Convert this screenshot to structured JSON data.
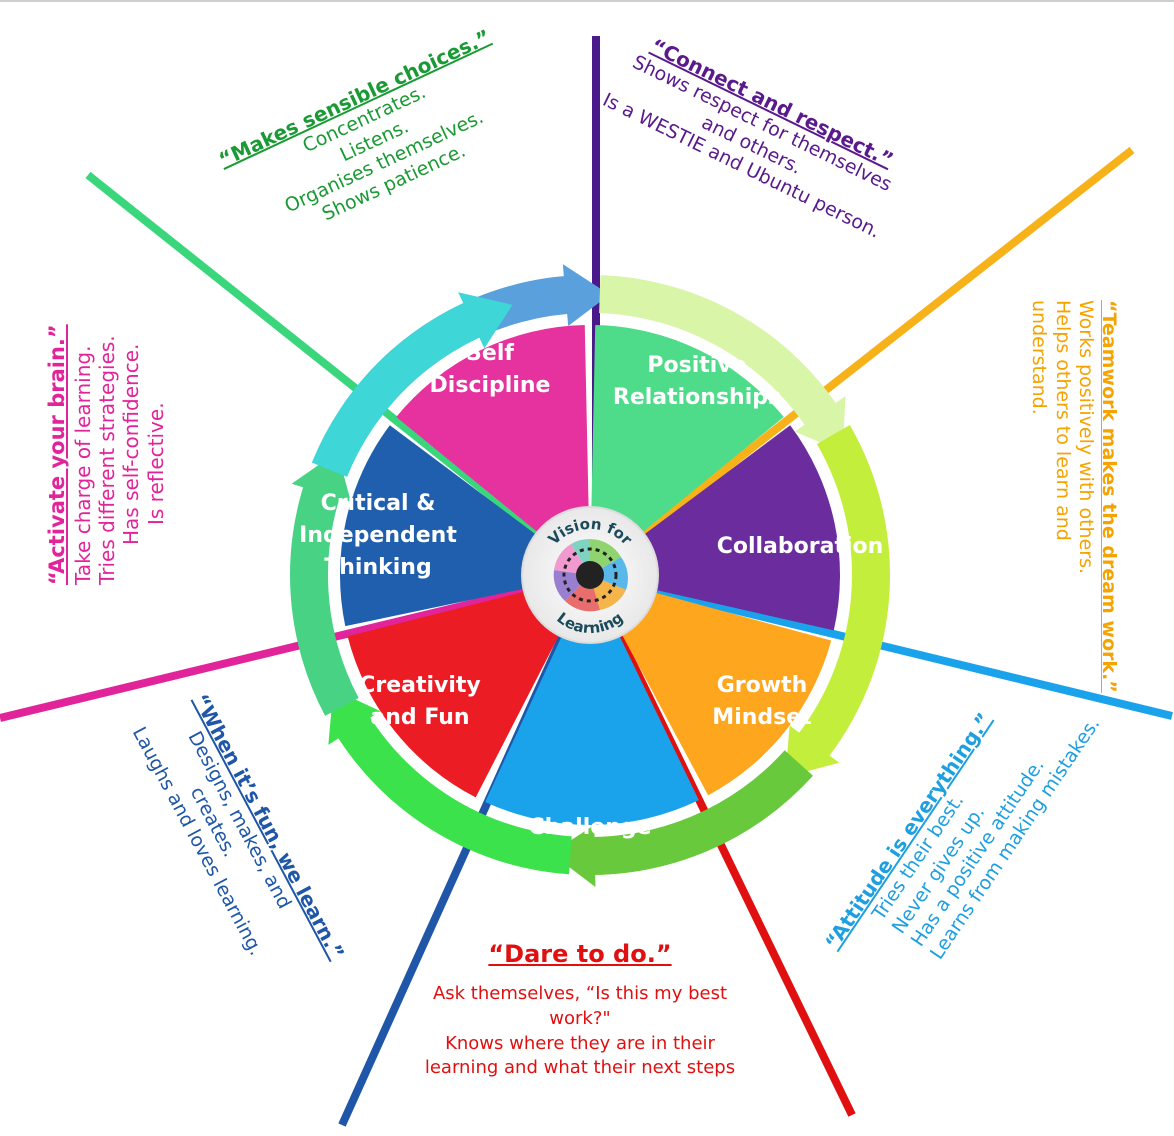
{
  "center": {
    "top": "Vision for",
    "bottom": "Learning"
  },
  "segments": [
    {
      "id": "self-discipline",
      "line1": "Self",
      "line2": "Discipline",
      "color": "#4fdc8a"
    },
    {
      "id": "positive-relationships",
      "line1": "Positive",
      "line2": "Relationships",
      "color": "#6b2d9e"
    },
    {
      "id": "collaboration",
      "line1": "Collaboration",
      "line2": "",
      "color": "#ffa61f"
    },
    {
      "id": "growth-mindset",
      "line1": "Growth",
      "line2": "Mindset",
      "color": "#1aa3ea"
    },
    {
      "id": "challenge",
      "line1": "Challenge",
      "line2": "",
      "color": "#ec1c24"
    },
    {
      "id": "creativity-and-fun",
      "line1": "Creativity",
      "line2": "and Fun",
      "color": "#1f5fae"
    },
    {
      "id": "critical-thinking",
      "line1": "Critical &",
      "line2": "Independent",
      "line3": "Thinking",
      "color": "#e6329e"
    }
  ],
  "texts": {
    "self_discipline": {
      "heading": "“Makes sensible choices.”",
      "lines": [
        "Concentrates.",
        "Listens.",
        "Organises themselves.",
        "Shows patience."
      ],
      "color": "#1a9a34"
    },
    "positive_relationships": {
      "heading": "“Connect and respect.”",
      "lines": [
        "Shows respect for themselves",
        "and others.",
        "Is a WESTIE and Ubuntu person."
      ],
      "color": "#5a1a8c"
    },
    "collaboration": {
      "heading": "“Teamwork makes the dream work.”",
      "lines": [
        "Works positively with others.",
        "Helps others to learn and",
        "understand."
      ],
      "color": "#f5a300"
    },
    "growth_mindset": {
      "heading": "“Attitude is everything.”",
      "lines": [
        "Tries their best.",
        "Never gives up.",
        "Has a positive attitude.",
        "Learns from making mistakes."
      ],
      "color": "#1e9fe0"
    },
    "challenge": {
      "heading": "“Dare to do.”",
      "lines": [
        "Ask themselves, “Is this my best",
        "work?\"",
        "Knows where they are in their",
        "learning and what their next steps"
      ],
      "color": "#e01010"
    },
    "creativity": {
      "heading": "“When it’s fun, we learn.”",
      "lines": [
        "Designs, makes, and",
        "creates.",
        "Laughs and loves learning."
      ],
      "color": "#1f56a8"
    },
    "critical": {
      "heading": "“Activate your brain.”",
      "lines": [
        "Take charge of learning.",
        "Tries different strategies.",
        "Has self-confidence.",
        "Is reflective."
      ],
      "color": "#e2249a"
    }
  }
}
